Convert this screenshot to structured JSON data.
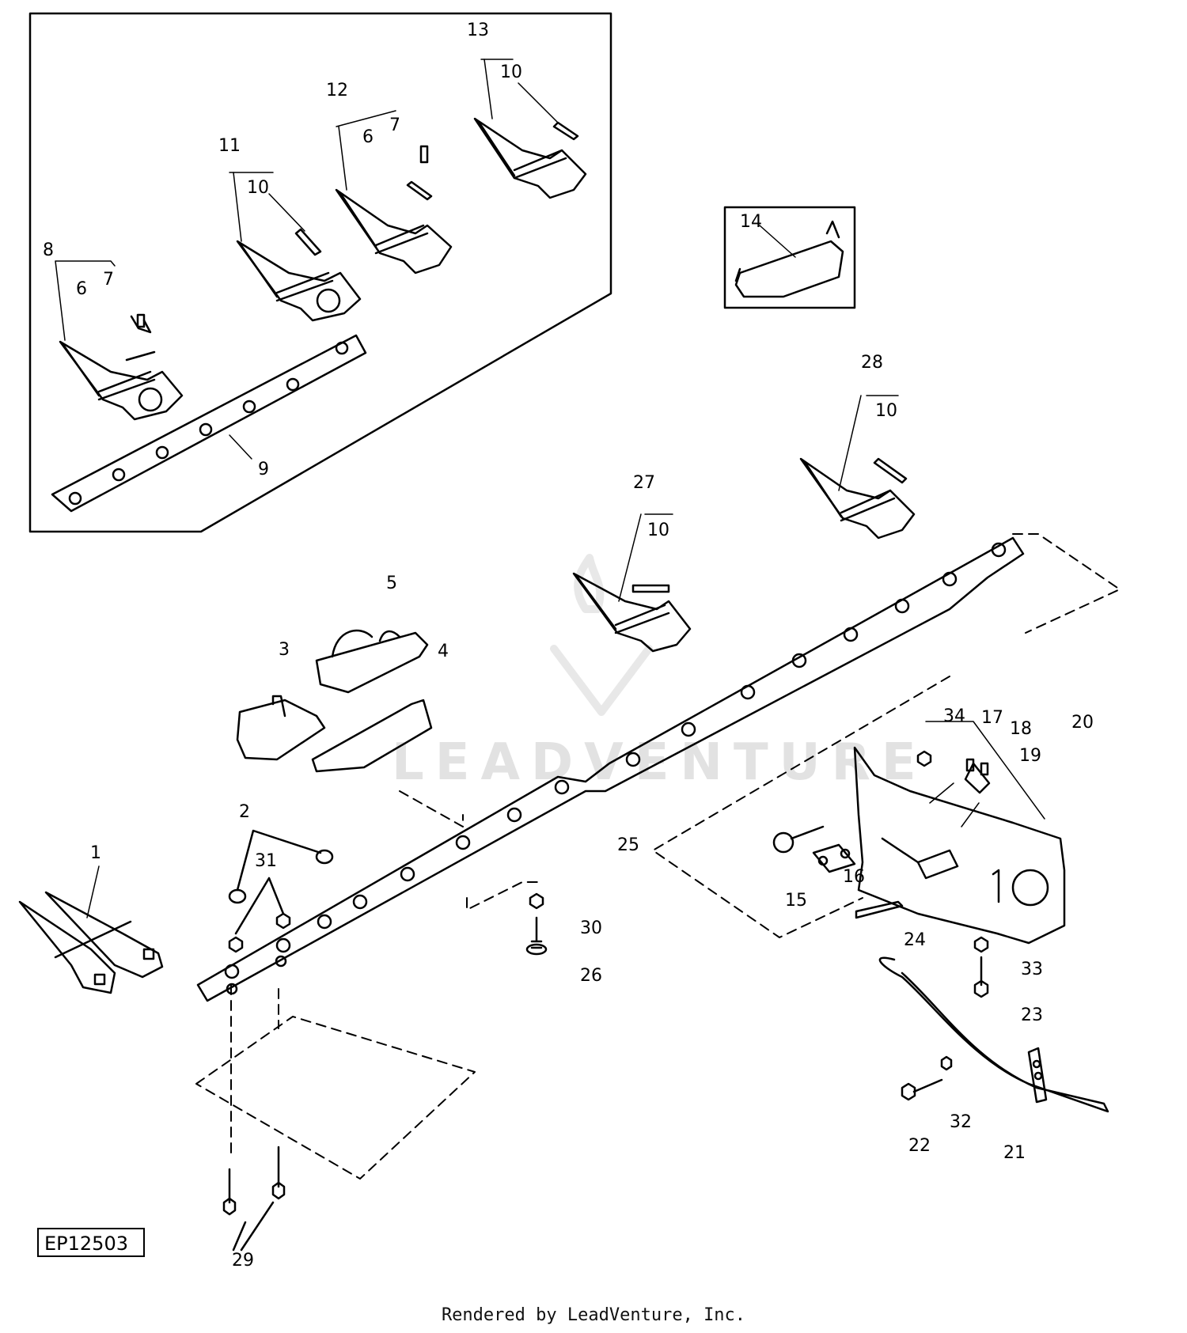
{
  "diagram": {
    "reference_code": "EP12503",
    "watermark": "LEADVENTURE",
    "callouts": [
      "1",
      "2",
      "3",
      "4",
      "5",
      "6",
      "6",
      "7",
      "7",
      "8",
      "9",
      "10",
      "10",
      "10",
      "10",
      "11",
      "12",
      "13",
      "14",
      "15",
      "16",
      "17",
      "18",
      "19",
      "20",
      "21",
      "22",
      "23",
      "24",
      "25",
      "26",
      "27",
      "28",
      "29",
      "30",
      "31",
      "32",
      "33",
      "34"
    ]
  },
  "footer": {
    "text": "Rendered by LeadVenture, Inc."
  }
}
